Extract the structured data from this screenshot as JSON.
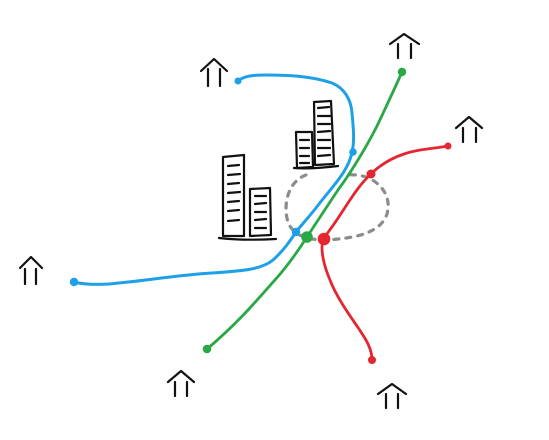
{
  "colors": {
    "blue_route": "#1ea0e8",
    "green_route": "#2aa845",
    "red_route": "#e32630",
    "gray_loop": "#8c8c8c",
    "ink": "#111111"
  },
  "icons": {
    "house": "house-icon",
    "building": "building-icon"
  },
  "diagram": {
    "routes": [
      "blue",
      "green",
      "red",
      "gray-loop"
    ],
    "nodes": [
      "blue-start",
      "blue-end",
      "blue-transfer",
      "green-start",
      "green-end",
      "green-transfer",
      "red-start",
      "red-end",
      "red-transfer"
    ]
  }
}
